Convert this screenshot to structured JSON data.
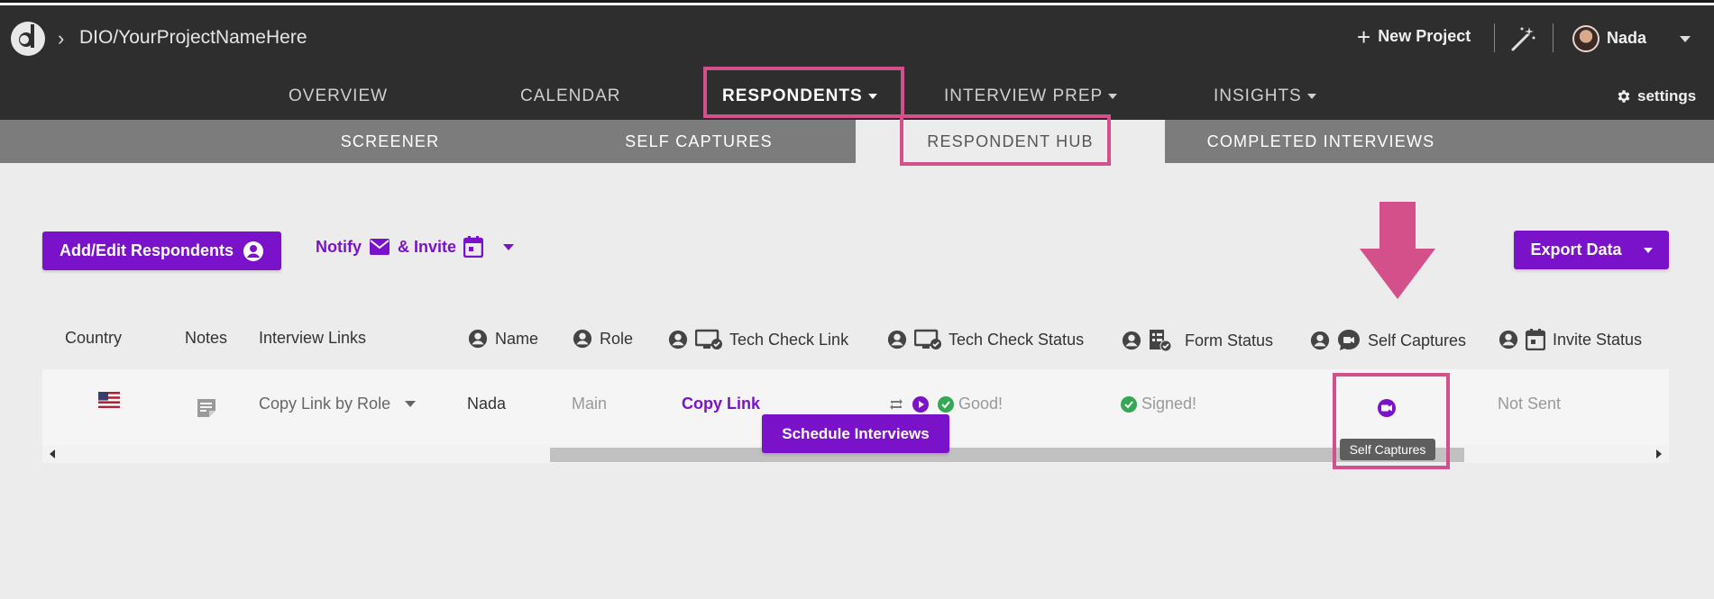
{
  "header": {
    "project_name": "DIO/YourProjectNameHere",
    "new_project_label": "New Project",
    "user_name": "Nada",
    "settings_label": "settings"
  },
  "main_nav": [
    {
      "label": "OVERVIEW"
    },
    {
      "label": "CALENDAR"
    },
    {
      "label": "RESPONDENTS",
      "active": true
    },
    {
      "label": "INTERVIEW PREP"
    },
    {
      "label": "INSIGHTS"
    }
  ],
  "sub_nav": [
    {
      "label": "SCREENER"
    },
    {
      "label": "SELF CAPTURES"
    },
    {
      "label": "RESPONDENT HUB",
      "active": true
    },
    {
      "label": "COMPLETED INTERVIEWS"
    }
  ],
  "toolbar": {
    "add_edit_label": "Add/Edit Respondents",
    "notify_label": "Notify",
    "invite_label": "& Invite",
    "export_label": "Export Data"
  },
  "table": {
    "columns": [
      "Country",
      "Notes",
      "Interview Links",
      "Name",
      "Role",
      "Tech Check Link",
      "Tech Check Status",
      "Form Status",
      "Self Captures",
      "Invite Status"
    ],
    "rows": [
      {
        "interview_links": "Copy Link by Role",
        "name": "Nada",
        "role": "Main",
        "tech_check_link": "Copy Link",
        "tech_check_status": "Good!",
        "form_status": "Signed!",
        "invite_status": "Not Sent"
      }
    ]
  },
  "tooltip": "Self Captures",
  "schedule_label": "Schedule Interviews",
  "colors": {
    "accent": "#7a12c9",
    "highlight": "#d4508a",
    "success": "#34a853",
    "topbar": "#2e2e2e"
  }
}
